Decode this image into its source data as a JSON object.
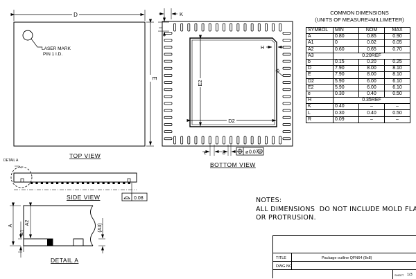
{
  "top_view": {
    "dim_D": "D",
    "dim_E": "E",
    "laser_mark_line1": "LASER MARK",
    "laser_mark_line2": "PIN 1 I.D.",
    "caption": "TOP VIEW"
  },
  "bottom_view": {
    "dim_K": "K",
    "dim_L": "L",
    "dim_H": "H",
    "dim_R": "R",
    "dim_E2": "E2",
    "dim_D2": "D2",
    "dim_e": "e",
    "dim_b": "b",
    "tolerance": "0.07",
    "tolerance_datum": "M",
    "caption": "BOTTOM VIEW"
  },
  "side_view": {
    "detail_label": "DETAIL A",
    "flatness": "0.08",
    "caption": "SIDE VIEW"
  },
  "detail_a": {
    "dim_A": "A",
    "dim_A1": "A1",
    "dim_A2": "A2",
    "dim_A3": "(A3)",
    "caption": "DETAIL A"
  },
  "table": {
    "title_line1": "COMMON DIMENSIONS",
    "title_line2": "(UNITS OF MEASURE=MILLIMETER)",
    "headers": [
      "SYMBOL",
      "MIN",
      "NOM",
      "MAX"
    ],
    "rows": [
      [
        "A",
        "0.80",
        "0.85",
        "0.90"
      ],
      [
        "A1",
        "0",
        "0.02",
        "0.05"
      ],
      [
        "A2",
        "0.60",
        "0.65",
        "0.70"
      ],
      [
        "A3",
        "0.20REF"
      ],
      [
        "b",
        "0.15",
        "0.20",
        "0.25"
      ],
      [
        "D",
        "7.90",
        "8.00",
        "8.10"
      ],
      [
        "E",
        "7.90",
        "8.00",
        "8.10"
      ],
      [
        "D2",
        "5.90",
        "6.00",
        "6.10"
      ],
      [
        "E2",
        "5.90",
        "6.00",
        "6.10"
      ],
      [
        "e",
        "0.30",
        "0.40",
        "0.50"
      ],
      [
        "H",
        "0.35REF"
      ],
      [
        "K",
        "0.40",
        "–",
        "–"
      ],
      [
        "L",
        "0.30",
        "0.40",
        "0.50"
      ],
      [
        "R",
        "0.09",
        "–",
        "–"
      ]
    ]
  },
  "notes": {
    "heading": "NOTES:",
    "line1": "ALL DIMENSIONS  DO NOT INCLUDE MOLD FLASH",
    "line2": "OR PROTRUSION."
  },
  "title_block": {
    "title_label": "TITLE",
    "title_value": "Package outline QFN64 (8x8)",
    "dwg_label": "DWG.NO",
    "sheet_label": "SHEET",
    "sheet_value": "1/3"
  }
}
